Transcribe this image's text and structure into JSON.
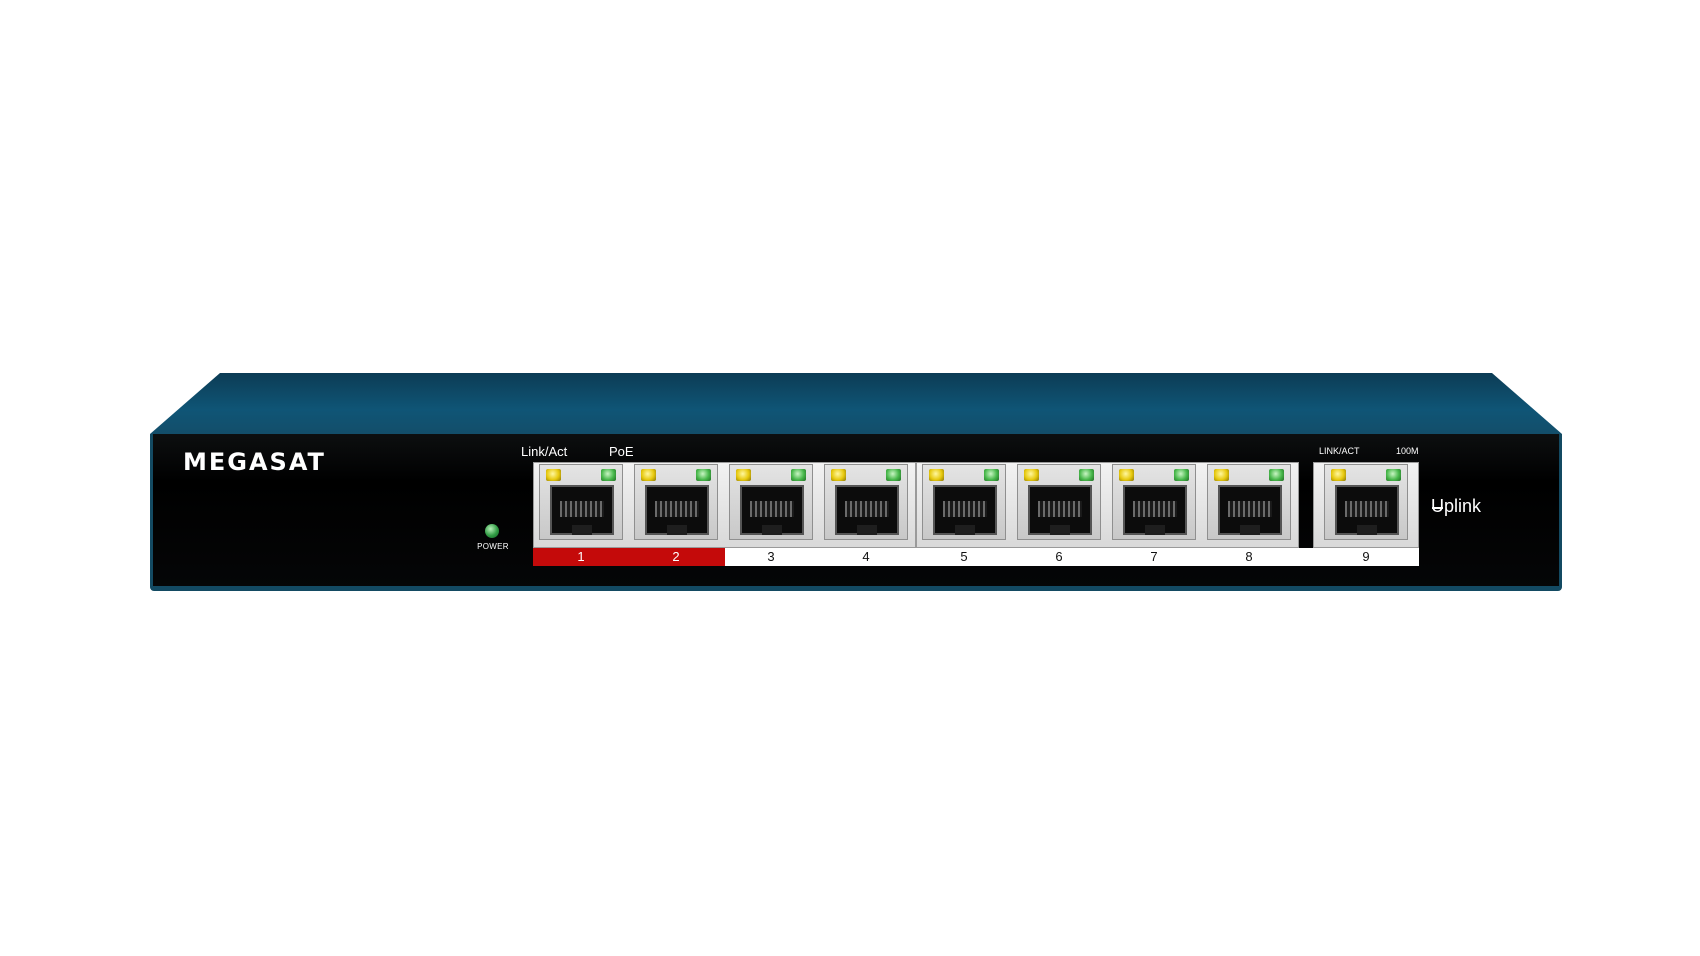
{
  "brand": {
    "name": "MEGASAT"
  },
  "power": {
    "label": "POWER",
    "led_color": "#2f9a43"
  },
  "legend": {
    "link_act": "Link/Act",
    "poe": "PoE",
    "uplink_link_act": "LINK/ACT",
    "uplink_speed": "100M",
    "uplink": "Uplink"
  },
  "ports": [
    {
      "number": "1",
      "poe_highlight": true
    },
    {
      "number": "2",
      "poe_highlight": true
    },
    {
      "number": "3",
      "poe_highlight": false
    },
    {
      "number": "4",
      "poe_highlight": false
    },
    {
      "number": "5",
      "poe_highlight": false
    },
    {
      "number": "6",
      "poe_highlight": false
    },
    {
      "number": "7",
      "poe_highlight": false
    },
    {
      "number": "8",
      "poe_highlight": false
    },
    {
      "number": "9",
      "poe_highlight": false
    }
  ],
  "colors": {
    "chassis_top": "#0f4d68",
    "front_panel": "#000000",
    "poe_strip": "#c40a0a",
    "led_yellow": "#e7c90e",
    "led_green": "#48b84b"
  }
}
